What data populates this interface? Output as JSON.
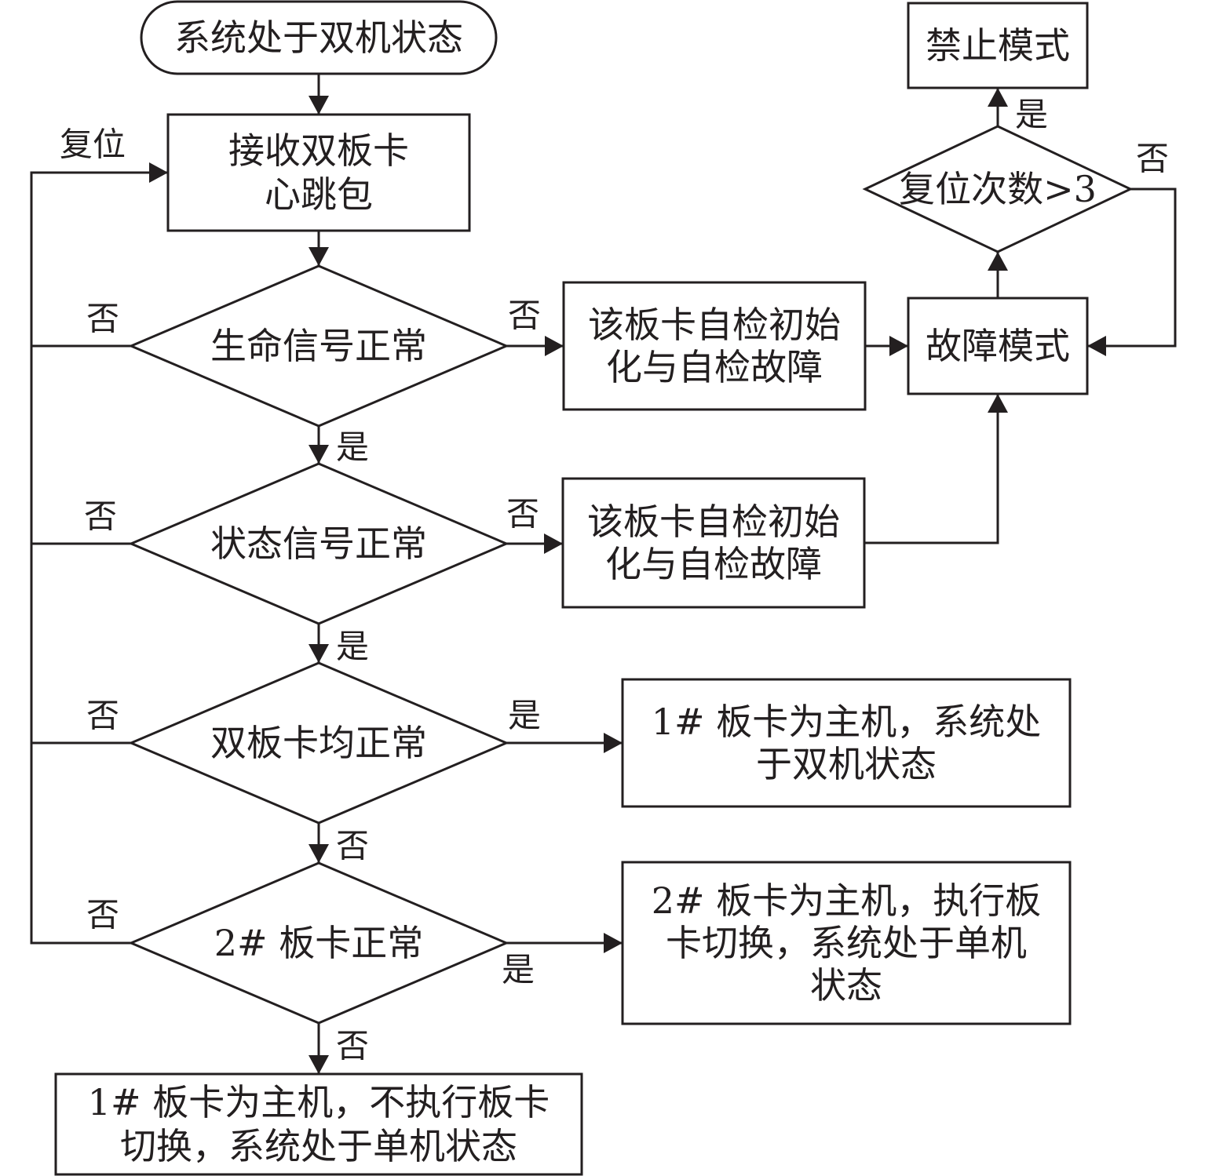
{
  "diagram": {
    "type": "flowchart",
    "nodes": [
      {
        "id": "start",
        "kind": "terminator",
        "lines": [
          "系统处于双机状态"
        ]
      },
      {
        "id": "recv",
        "kind": "process",
        "lines": [
          "接收双板卡",
          "心跳包"
        ]
      },
      {
        "id": "d_life",
        "kind": "decision",
        "lines": [
          "生命信号正常"
        ]
      },
      {
        "id": "selfcheck1",
        "kind": "process",
        "lines": [
          "该板卡自检初始",
          "化与自检故障"
        ]
      },
      {
        "id": "d_state",
        "kind": "decision",
        "lines": [
          "状态信号正常"
        ]
      },
      {
        "id": "selfcheck2",
        "kind": "process",
        "lines": [
          "该板卡自检初始",
          "化与自检故障"
        ]
      },
      {
        "id": "d_both",
        "kind": "decision",
        "lines": [
          "双板卡均正常"
        ]
      },
      {
        "id": "res_dual",
        "kind": "process",
        "lines": [
          "1# 板卡为主机，系统处",
          "于双机状态"
        ]
      },
      {
        "id": "d_card2",
        "kind": "decision",
        "lines": [
          "2# 板卡正常"
        ]
      },
      {
        "id": "res_switch",
        "kind": "process",
        "lines": [
          "2# 板卡为主机，执行板",
          "卡切换，系统处于单机",
          "状态"
        ]
      },
      {
        "id": "res_noswitch",
        "kind": "process",
        "lines": [
          "1# 板卡为主机，不执行板卡",
          "切换，系统处于单机状态"
        ]
      },
      {
        "id": "fault",
        "kind": "process",
        "lines": [
          "故障模式"
        ]
      },
      {
        "id": "d_reset",
        "kind": "decision",
        "lines": [
          "复位次数>3"
        ]
      },
      {
        "id": "forbid",
        "kind": "process",
        "lines": [
          "禁止模式"
        ]
      }
    ],
    "edges": [
      {
        "id": "e_start_recv",
        "from": "start",
        "to": "recv",
        "label": ""
      },
      {
        "id": "e_recv_life",
        "from": "recv",
        "to": "d_life",
        "label": ""
      },
      {
        "id": "e_life_state",
        "from": "d_life",
        "to": "d_state",
        "label": "是"
      },
      {
        "id": "e_life_check1",
        "from": "d_life",
        "to": "selfcheck1",
        "label": "否"
      },
      {
        "id": "e_life_reset",
        "from": "d_life",
        "to": "recv",
        "label": "否"
      },
      {
        "id": "e_state_both",
        "from": "d_state",
        "to": "d_both",
        "label": "是"
      },
      {
        "id": "e_state_check2",
        "from": "d_state",
        "to": "selfcheck2",
        "label": "否"
      },
      {
        "id": "e_state_reset",
        "from": "d_state",
        "to": "recv",
        "label": "否"
      },
      {
        "id": "e_both_dual",
        "from": "d_both",
        "to": "res_dual",
        "label": "是"
      },
      {
        "id": "e_both_card2",
        "from": "d_both",
        "to": "d_card2",
        "label": "否"
      },
      {
        "id": "e_both_reset",
        "from": "d_both",
        "to": "recv",
        "label": "否"
      },
      {
        "id": "e_card2_switch",
        "from": "d_card2",
        "to": "res_switch",
        "label": "是"
      },
      {
        "id": "e_card2_noswitch",
        "from": "d_card2",
        "to": "res_noswitch",
        "label": "否"
      },
      {
        "id": "e_card2_reset",
        "from": "d_card2",
        "to": "recv",
        "label": "否"
      },
      {
        "id": "e_check1_fault",
        "from": "selfcheck1",
        "to": "fault",
        "label": ""
      },
      {
        "id": "e_check2_fault",
        "from": "selfcheck2",
        "to": "fault",
        "label": ""
      },
      {
        "id": "e_fault_reset",
        "from": "fault",
        "to": "d_reset",
        "label": ""
      },
      {
        "id": "e_reset_forbid",
        "from": "d_reset",
        "to": "forbid",
        "label": "是"
      },
      {
        "id": "e_reset_fault",
        "from": "d_reset",
        "to": "fault",
        "label": "否"
      }
    ],
    "reset_loop_label": "复位"
  }
}
